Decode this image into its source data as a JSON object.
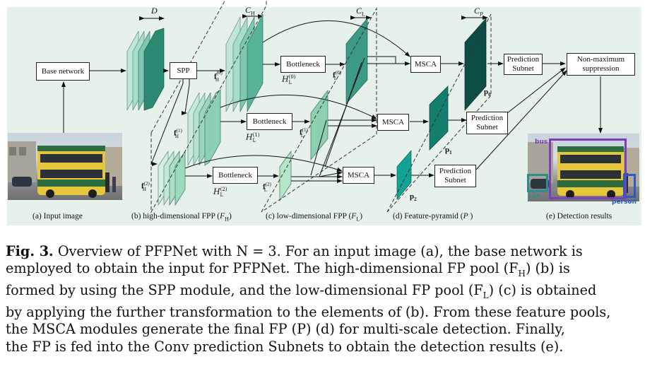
{
  "colors": {
    "panel_bg": "#e6f1ec",
    "layer_pale": "#bfe6d8",
    "layer_light": "#92d3bf",
    "layer_mid": "#58b39b",
    "layer_dark": "#1f7c6a",
    "layer_darkest": "#0d4e44",
    "pyramid_teal": "#12a394",
    "det_bus": "#7b3fb8",
    "det_car": "#2a8f8a",
    "det_person": "#2d59c8"
  },
  "boxes": {
    "base_network": "Base network",
    "spp": "SPP",
    "bottleneck_0": "Bottleneck",
    "bottleneck_1": "Bottleneck",
    "bottleneck_2": "Bottleneck",
    "msca_0": "MSCA",
    "msca_1": "MSCA",
    "msca_2": "MSCA",
    "pred_0": [
      "Prediction",
      "Subnet"
    ],
    "pred_1": [
      "Prediction",
      "Subnet"
    ],
    "pred_2": [
      "Prediction",
      "Subnet"
    ],
    "nms": [
      "Non-maximum",
      "suppression"
    ]
  },
  "dims": {
    "D": "D",
    "CH": "C",
    "CH_sub": "H",
    "CL": "C",
    "CL_sub": "L",
    "CP": "C",
    "CP_sub": "P"
  },
  "feature_labels": {
    "fH0": {
      "base": "f",
      "sub": "H",
      "sup": "(0)"
    },
    "fH1": {
      "base": "f",
      "sub": "H",
      "sup": "(1)"
    },
    "fH2": {
      "base": "f",
      "sub": "H",
      "sup": "(2)"
    },
    "fL0": {
      "base": "f",
      "sub": "L",
      "sup": "(0)"
    },
    "fL1": {
      "base": "f",
      "sub": "L",
      "sup": "(1)"
    },
    "fL2": {
      "base": "f",
      "sub": "L",
      "sup": "(2)"
    },
    "HL0": {
      "base": "H",
      "sub": "L",
      "sup": "(0)"
    },
    "HL1": {
      "base": "H",
      "sub": "L",
      "sup": "(1)"
    },
    "HL2": {
      "base": "H",
      "sub": "L",
      "sup": "(2)"
    },
    "p0": {
      "base": "p",
      "sub": "0"
    },
    "p1": {
      "base": "p",
      "sub": "1"
    },
    "p2": {
      "base": "p",
      "sub": "2"
    }
  },
  "panel_labels": {
    "a": "(a) Input image",
    "b_pre": "(b) high-dimensional FPP (",
    "b_var": "F",
    "b_sub": "H",
    "b_post": ")",
    "c_pre": "(c) low-dimensional FPP (",
    "c_var": "F",
    "c_sub": "L",
    "c_post": ")",
    "d_pre": "(d) Feature-pyramid (",
    "d_var": "P",
    "d_post": " )",
    "e": "(e) Detection results"
  },
  "detections": {
    "bus": "bus",
    "car": "car",
    "person": "person"
  },
  "caption": {
    "fig": "Fig. 3.",
    "lines": [
      " Overview of PFPNet with N = 3. For an input image (a), the base network is",
      "employed to obtain the input for PFPNet. The high-dimensional FP pool (F",
      "formed by using the SPP module, and the low-dimensional FP pool (F",
      "by applying the further transformation to the elements of (b). From these feature pools,",
      "the MSCA modules generate the final FP (P) (d) for multi-scale detection. Finally,",
      "the FP is fed into the Conv prediction Subnets to obtain the detection results (e)."
    ],
    "line2_tail": ") (b) is",
    "line3_tail": ") (c) is obtained",
    "sub_H": "H",
    "sub_L": "L"
  }
}
